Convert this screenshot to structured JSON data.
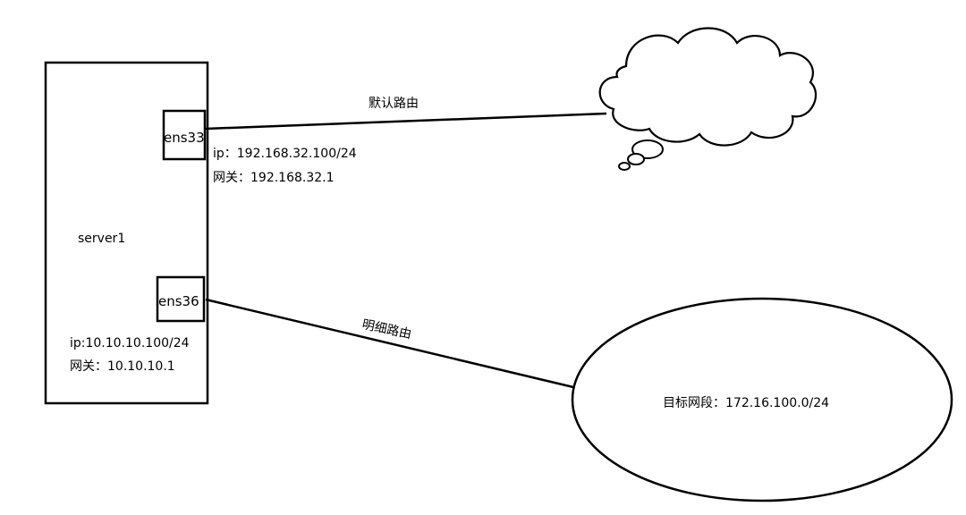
{
  "server": {
    "name": "server1"
  },
  "interfaces": [
    {
      "name": "ens33",
      "ip": "ip：192.168.32.100/24",
      "gateway": "网关：192.168.32.1"
    },
    {
      "name": "ens36",
      "ip": "ip:10.10.10.100/24",
      "gateway": "网关：10.10.10.1"
    }
  ],
  "routes": {
    "default": "默认路由",
    "explicit": "明细路由"
  },
  "target_network": "目标网段：172.16.100.0/24",
  "colors": {
    "stroke": "#000000",
    "background": "#ffffff"
  }
}
